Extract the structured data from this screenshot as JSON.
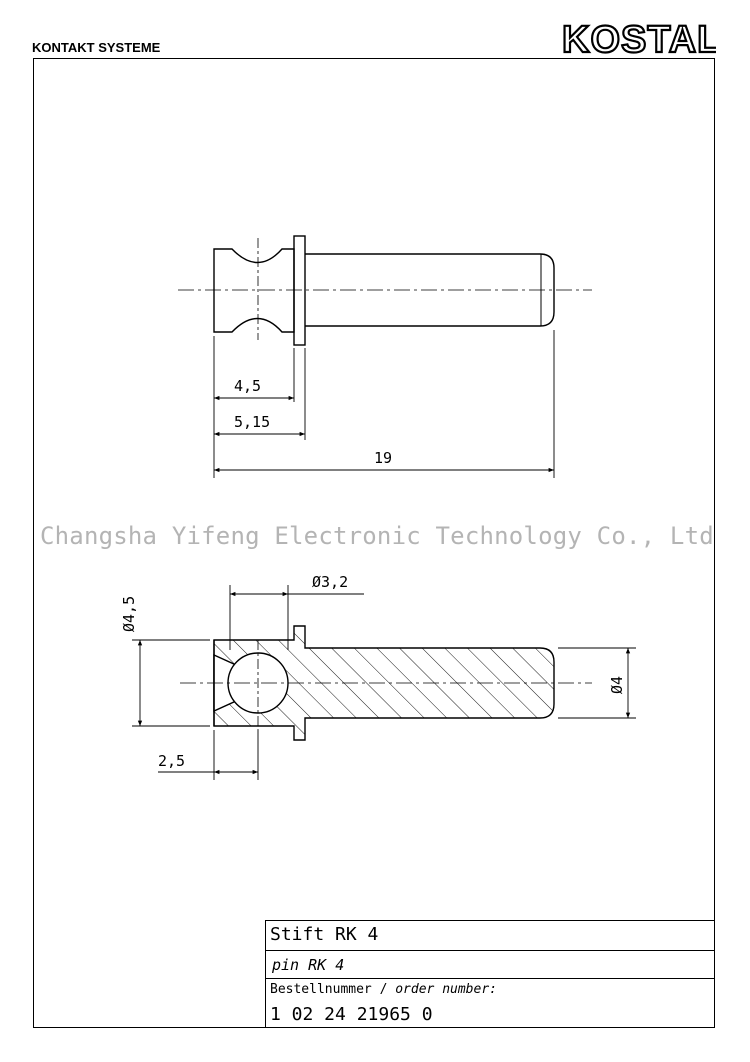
{
  "header": {
    "company_left": "KONTAKT SYSTEME",
    "brand_logo": "KOSTAL"
  },
  "watermark": "Changsha Yifeng Electronic Technology Co., Ltd",
  "dimensions": {
    "side_view": {
      "collar_length": "4,5",
      "head_length": "5,15",
      "total_length": "19"
    },
    "section_view": {
      "outer_diameter": "Ø4,5",
      "hole_diameter": "Ø3,2",
      "hole_offset": "2,5",
      "pin_diameter": "Ø4"
    }
  },
  "title_block": {
    "name_de": "Stift RK 4",
    "name_en": "pin RK 4",
    "order_label_de": "Bestellnummer / ",
    "order_label_en": "order number:",
    "order_number": "1 02 24 21965 0"
  },
  "colors": {
    "line": "#000000",
    "watermark": "#b4b4b4",
    "background": "#ffffff"
  }
}
